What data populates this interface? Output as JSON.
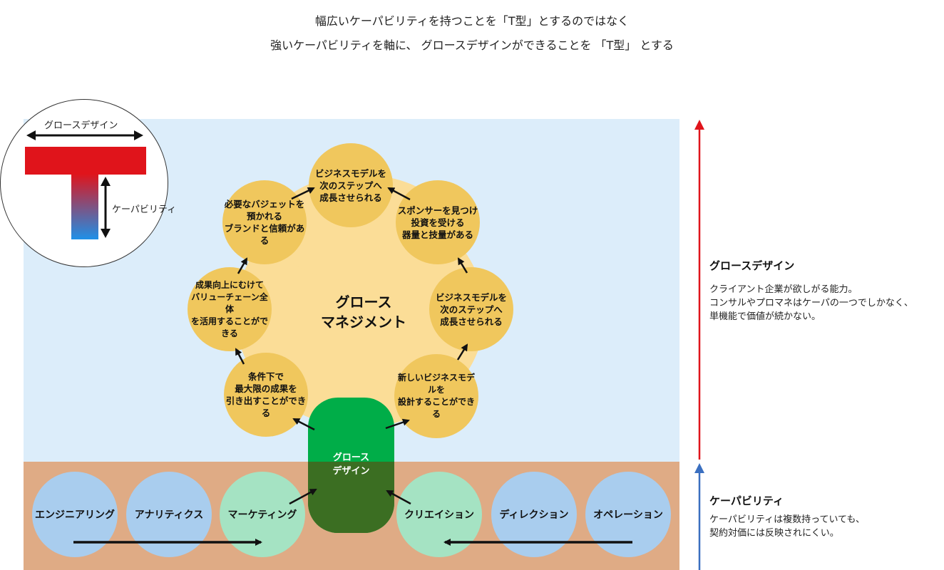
{
  "header": {
    "line1": "幅広いケーパビリティを持つことを「T型」とするのではなく",
    "line2": "強いケーパビリティを軸に、 グロースデザインができることを 「T型」 とする"
  },
  "inset": {
    "horizontal_label": "グロースデザイン",
    "vertical_label": "ケーパビリティ"
  },
  "center": {
    "title": "グロース\nマネジメント"
  },
  "cycle_nodes": [
    "ビジネスモデルを\n次のステップへ\n成長させられる",
    "スポンサーを見つけ\n投資を受ける\n器量と技量がある",
    "ビジネスモデルを\n次のステップへ\n成長させられる",
    "新しいビジネスモデルを\n設計することができる",
    "条件下で\n最大限の成果を\n引き出すことができる",
    "成果向上にむけて\nバリューチェーン全体\nを活用することができる",
    "必要なバジェットを\n預かれる\nブランドと信頼がある"
  ],
  "trunk": {
    "label": "グロース\nデザイン"
  },
  "capabilities": [
    "エンジニアリング",
    "アナリティクス",
    "マーケティング",
    "クリエイション",
    "ディレクション",
    "オペレーション"
  ],
  "side": {
    "growth_title": "グロースデザイン",
    "growth_body": [
      "クライアント企業が欲しがる能力。",
      "コンサルやプロマネはケーパの一つでしかなく、",
      "単機能で価値が続かない。"
    ],
    "capability_title": "ケーパビリティ",
    "capability_body": [
      "ケーパビリティは複数持っていても、",
      "契約対価には反映されにくい。"
    ]
  },
  "colors": {
    "sky": "#dcedfa",
    "ground": "#dfab85",
    "node": "#f0c75d",
    "blob": "#fbdd97",
    "trunk": "#00ad48",
    "trunk_dark": "#3b6e22",
    "skill_blue": "#a9cdee",
    "skill_green": "#a5e3c3",
    "arrow_red": "#e0141b",
    "arrow_blue": "#3a6fc0",
    "t_top": "#e0141b",
    "t_bottom": "#1e90e8"
  }
}
